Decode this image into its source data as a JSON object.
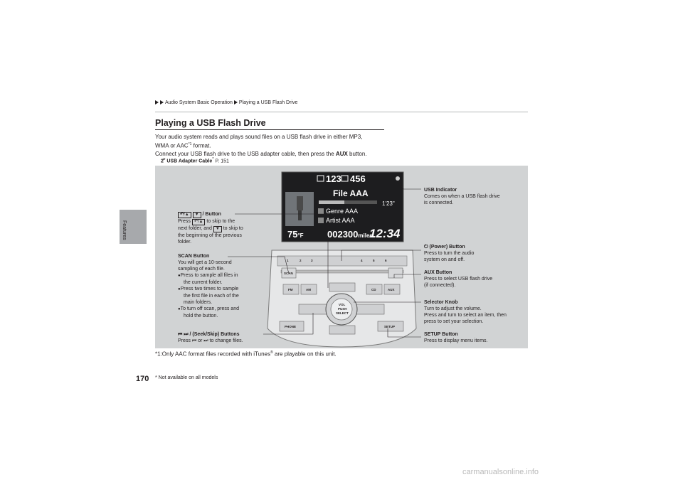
{
  "breadcrumb": {
    "part1": "Audio System Basic Operation",
    "part2": "Playing a USB Flash Drive"
  },
  "side_label": "Features",
  "title": "Playing a USB Flash Drive",
  "intro": {
    "line1": "Your audio system reads and plays sound files on a USB flash drive in either MP3,",
    "line2_prefix": "WMA or AAC",
    "line2_sup": "*1",
    "line2_suffix": " format.",
    "line3_prefix": "Connect your USB flash drive to the USB adapter cable, then press the ",
    "line3_bold": "AUX",
    "line3_suffix": " button."
  },
  "xref": {
    "icon": "2",
    "label": "USB Adapter Cable",
    "marker": "*",
    "page": "P. 151"
  },
  "screen": {
    "folder_num": "123",
    "track_num": "456",
    "file": "File AAA",
    "time": "1'23\"",
    "genre": "Genre AAA",
    "artist": "Artist AAA",
    "temp": "75",
    "temp_unit": "°F",
    "odometer": "002300",
    "odo_unit": "miles",
    "clock": "12:34"
  },
  "panel_buttons": {
    "b1": "1",
    "b2": "2",
    "b3": "3",
    "b4": "4",
    "b5": "5",
    "b6": "6",
    "scan": "SCAN",
    "fm": "FM",
    "am": "AM",
    "cd": "CD",
    "aux": "AUX",
    "phone": "PHONE",
    "setup": "SETUP",
    "vol": "VOL",
    "push": "PUSH",
    "select": "SELECT"
  },
  "callouts": {
    "folder_btn": {
      "title": "/ Button",
      "l1_a": "Press ",
      "l1_b": " to skip to the",
      "l2": "next folder, and  ",
      "l2_b": " to skip to",
      "l3": "the beginning of the previous",
      "l4": "folder."
    },
    "scan_btn": {
      "title": "SCAN Button",
      "l1": "You will get a 10-second",
      "l2": "sampling of each file.",
      "b1a": "Press to sample all files in",
      "b1b": "the current folder.",
      "b2a": "Press two times to sample",
      "b2b": "the first file in each of the",
      "b2c": "main folders.",
      "b3a": "To turn off scan, press and",
      "b3b": "hold the button."
    },
    "seek_btn": {
      "title": "/  (Seek/Skip) Buttons",
      "l1_a": "Press ",
      "l1_b": " or ",
      "l1_c": " to change files."
    },
    "usb_ind": {
      "title": "USB Indicator",
      "l1": "Comes on when a USB flash drive",
      "l2": "is connected."
    },
    "power_btn": {
      "title": "(Power) Button",
      "l1": "Press to turn the audio",
      "l2": "system on and off."
    },
    "aux_btn": {
      "title": "AUX Button",
      "l1": "Press to select USB flash drive",
      "l2": "(if connected)."
    },
    "selector": {
      "title": "Selector Knob",
      "l1": "Turn to adjust the volume.",
      "l2": "Press and turn to select an item, then",
      "l3": "press to set your selection."
    },
    "setup_btn": {
      "title": "SETUP Button",
      "l1": "Press to display menu items."
    }
  },
  "footnote": {
    "prefix": "*1:Only AAC format files recorded with iTunes",
    "reg": "®",
    "suffix": " are playable on this unit."
  },
  "page_number": "170",
  "not_available": "* Not available on all models",
  "watermark": "carmanualsonline.info"
}
